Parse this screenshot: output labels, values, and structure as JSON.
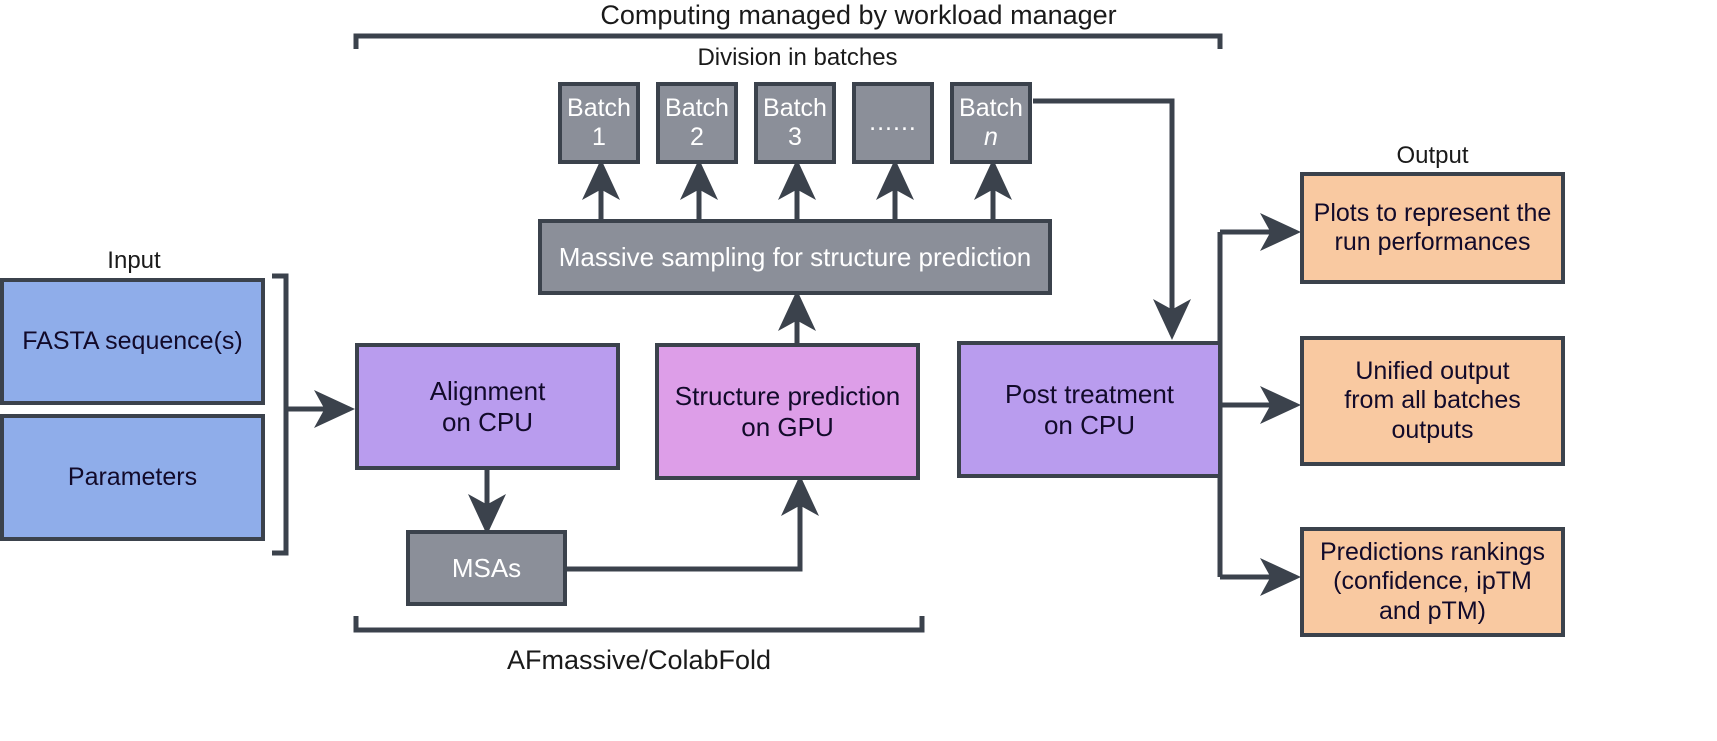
{
  "diagram": {
    "title_top": "Computing managed by workload manager",
    "title_bottom": "AFmassive/ColabFold",
    "section_labels": {
      "input": "Input",
      "batches": "Division in batches",
      "output": "Output"
    },
    "colors": {
      "input_box": "#8fadea",
      "cpu_box": "#b99cee",
      "gpu_box": "#dd9ee8",
      "grey_box": "#8b8f99",
      "output_box": "#f9c9a1",
      "stroke": "#3b424c",
      "text_dark": "#120a2a",
      "text_light": "#ffffff"
    },
    "input_boxes": [
      {
        "id": "fasta",
        "label": "FASTA sequence(s)"
      },
      {
        "id": "parameters",
        "label": "Parameters"
      }
    ],
    "batches": [
      {
        "id": "batch-1",
        "line1": "Batch",
        "line2": "1",
        "italic": false
      },
      {
        "id": "batch-2",
        "line1": "Batch",
        "line2": "2",
        "italic": false
      },
      {
        "id": "batch-3",
        "line1": "Batch",
        "line2": "3",
        "italic": false
      },
      {
        "id": "batch-ellipsis",
        "line1": "",
        "line2": "......",
        "italic": false
      },
      {
        "id": "batch-n",
        "line1": "Batch",
        "line2": "n",
        "italic": true
      }
    ],
    "process_boxes": {
      "sampling": "Massive sampling for structure prediction",
      "alignment_line1": "Alignment",
      "alignment_line2": "on CPU",
      "structure_line1": "Structure prediction",
      "structure_line2": "on GPU",
      "post_line1": "Post treatment",
      "post_line2": "on CPU",
      "msas": "MSAs"
    },
    "output_boxes": [
      {
        "id": "plots",
        "lines": [
          "Plots to represent the",
          "run performances"
        ]
      },
      {
        "id": "unified",
        "lines": [
          "Unified output",
          "from all batches",
          "outputs"
        ]
      },
      {
        "id": "rankings",
        "lines": [
          "Predictions rankings",
          "(confidence, ipTM",
          "and pTM)"
        ]
      }
    ]
  }
}
